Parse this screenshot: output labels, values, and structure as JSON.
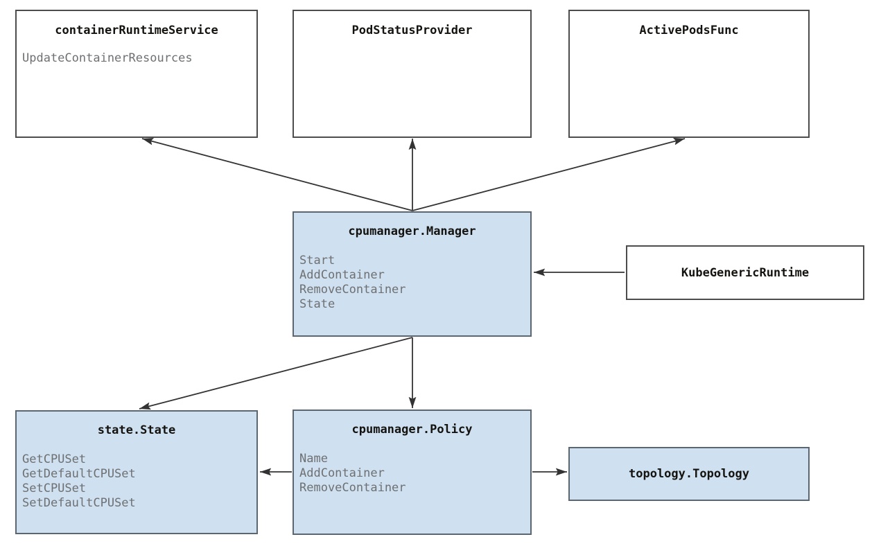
{
  "diagram": {
    "background_color": "#ffffff",
    "edge_color": "#333333",
    "node_fill_plain": "#ffffff",
    "node_fill_highlight": "#cfe0f0",
    "node_border_plain": "#4c4c4c",
    "node_border_highlight": "#5c6670",
    "title_color": "#14130f",
    "member_color": "#6e7072"
  },
  "nodes": [
    {
      "id": "containerRuntimeService",
      "title": "containerRuntimeService",
      "members": [
        "UpdateContainerResources"
      ],
      "highlighted": false
    },
    {
      "id": "PodStatusProvider",
      "title": "PodStatusProvider",
      "members": [],
      "highlighted": false
    },
    {
      "id": "ActivePodsFunc",
      "title": "ActivePodsFunc",
      "members": [],
      "highlighted": false
    },
    {
      "id": "cpumanager.Manager",
      "title": "cpumanager.Manager",
      "members": [
        "Start",
        "AddContainer",
        "RemoveContainer",
        "State"
      ],
      "highlighted": true
    },
    {
      "id": "KubeGenericRuntime",
      "title": "KubeGenericRuntime",
      "members": [],
      "highlighted": false
    },
    {
      "id": "state.State",
      "title": "state.State",
      "members": [
        "GetCPUSet",
        "GetDefaultCPUSet",
        "SetCPUSet",
        "SetDefaultCPUSet"
      ],
      "highlighted": true
    },
    {
      "id": "cpumanager.Policy",
      "title": "cpumanager.Policy",
      "members": [
        "Name",
        "AddContainer",
        "RemoveContainer"
      ],
      "highlighted": true
    },
    {
      "id": "topology.Topology",
      "title": "topology.Topology",
      "members": [],
      "highlighted": true
    }
  ],
  "edges": [
    {
      "from": "cpumanager.Manager",
      "to": "containerRuntimeService",
      "label": ""
    },
    {
      "from": "cpumanager.Manager",
      "to": "PodStatusProvider",
      "label": ""
    },
    {
      "from": "cpumanager.Manager",
      "to": "ActivePodsFunc",
      "label": ""
    },
    {
      "from": "KubeGenericRuntime",
      "to": "cpumanager.Manager",
      "label": ""
    },
    {
      "from": "cpumanager.Manager",
      "to": "state.State",
      "label": ""
    },
    {
      "from": "cpumanager.Manager",
      "to": "cpumanager.Policy",
      "label": ""
    },
    {
      "from": "cpumanager.Policy",
      "to": "state.State",
      "label": ""
    },
    {
      "from": "cpumanager.Policy",
      "to": "topology.Topology",
      "label": ""
    }
  ]
}
